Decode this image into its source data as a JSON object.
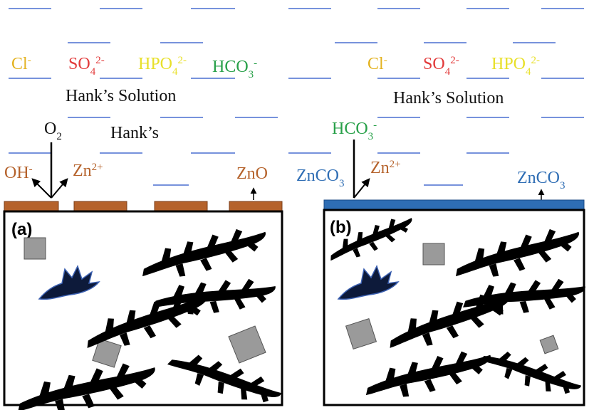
{
  "colors": {
    "chloride": "#e3b21f",
    "sulfate": "#e23a3a",
    "phosphate": "#e8e02a",
    "bicarbonate": "#27a048",
    "zn_product": "#b5622b",
    "carbonate": "#2e6db4",
    "text": "#111111",
    "dash": "#4a6fd0"
  },
  "panel_a": {
    "label": "(a)",
    "ions": {
      "cl": "Cl",
      "cl_sup": "-",
      "so4": "SO",
      "so4_sub": "4",
      "so4_sup": "2-",
      "hpo4": "HPO",
      "hpo4_sub": "4",
      "hpo4_sup": "2-",
      "hco3": "HCO",
      "hco3_sub": "3",
      "hco3_sup": "-"
    },
    "solution_label": "Hank’s Solution",
    "hanks_label": "Hank’s",
    "oxygen": "O",
    "oxygen_sub": "2",
    "hydroxide": "OH",
    "hydroxide_sup": "-",
    "zinc_ion": "Zn",
    "zinc_ion_sup": "2+",
    "zinc_oxide": "ZnO"
  },
  "panel_b": {
    "label": "(b)",
    "ions": {
      "cl": "Cl",
      "cl_sup": "-",
      "so4": "SO",
      "so4_sub": "4",
      "so4_sup": "2-",
      "hpo4": "HPO",
      "hpo4_sub": "4",
      "hpo4_sup": "2-"
    },
    "solution_label": "Hank’s Solution",
    "bicarbonate": "HCO",
    "bicarbonate_sub": "3",
    "bicarbonate_sup": "-",
    "zinc_carbonate_left": "ZnCO",
    "zinc_carbonate_left_sub": "3",
    "zinc_ion": "Zn",
    "zinc_ion_sup": "2+",
    "zinc_carbonate_right": "ZnCO",
    "zinc_carbonate_right_sub": "3"
  }
}
